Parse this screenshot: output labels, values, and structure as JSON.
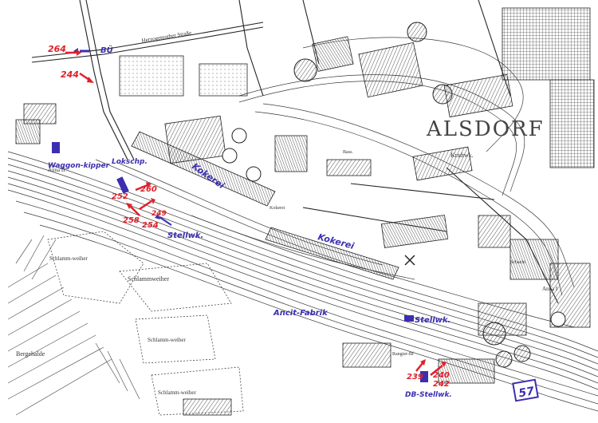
{
  "colors": {
    "paper": "#ffffff",
    "ink": "#2a2a2a",
    "blue_annotation": "#3b2fb0",
    "red_annotation": "#e0202a"
  },
  "map": {
    "town": "ALSDORF",
    "printed_labels": {
      "street": "Herzogenrather Straße",
      "kraftwk": "Kraftwk.",
      "anna2": "Anna II",
      "anna1": "Anna I",
      "schlammweiher_1": "Schlamm-weiher",
      "schlammweiher_2": "Schlammweiher",
      "schlammweiher_3": "Schlamm-weiher",
      "schlammweiher_4": "Schlamm-weiher",
      "bergehalde": "Bergehalde",
      "kokerei_print": "Kokerei",
      "bass": "Bass.",
      "rangierbf": "Rangier-Bf",
      "schacht": "Schacht"
    },
    "blue_annotations": {
      "bue": "BÜ",
      "waggonkipper": "Waggon-kipper",
      "lokschuppen": "Lokschp.",
      "kokerei_1": "Kokerei",
      "kokerei_2": "Kokerei",
      "stellwk_1": "Stellwk.",
      "stellwk_2": "Stellwk.",
      "ancit": "Ancit-Fabrik",
      "db_stellwk": "DB-Stellwk."
    },
    "red_numbers": {
      "n264": "264",
      "n244": "244",
      "n252": "252",
      "n260": "260",
      "n249": "249",
      "n258": "258",
      "n254": "254",
      "n239": "239",
      "n240": "240",
      "n242": "242"
    },
    "sheet_number": "57"
  }
}
